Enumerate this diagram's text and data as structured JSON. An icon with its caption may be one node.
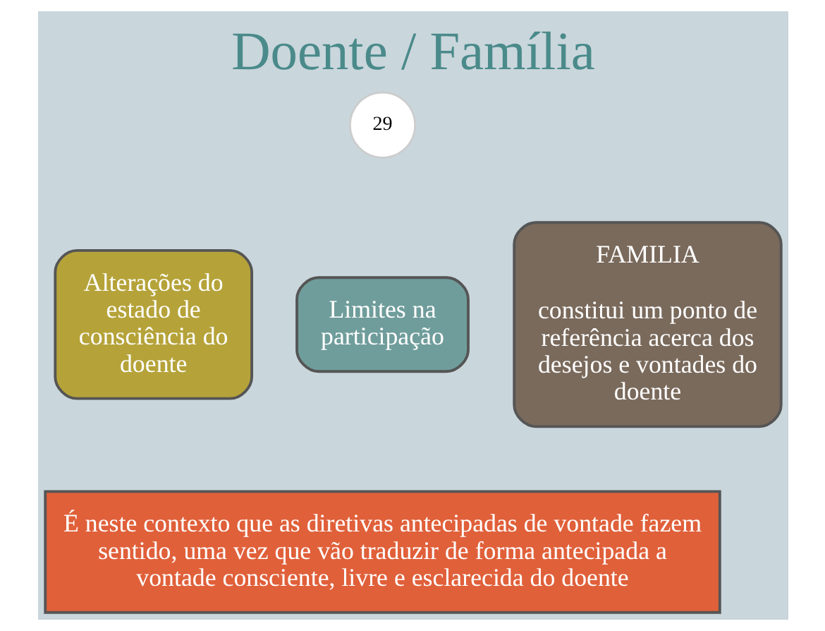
{
  "diagram": {
    "title": "Doente / Família",
    "nodes": [
      {
        "text": [
          "Alterações do estado de consciência do doente"
        ]
      },
      {
        "text": [
          "Limites na participação"
        ]
      },
      {
        "text": [
          "FAMILIA",
          "constitui um ponto de referência acerca dos desejos e vontades do doente"
        ]
      },
      {
        "text": [
          "É neste contexto que as diretivas antecipadas de vontade fazem sentido, uma vez que vão traduzir de forma antecipada a vontade consciente, livre e esclarecida do doente"
        ]
      }
    ],
    "edges": [],
    "labels": [
      "29"
    ]
  }
}
